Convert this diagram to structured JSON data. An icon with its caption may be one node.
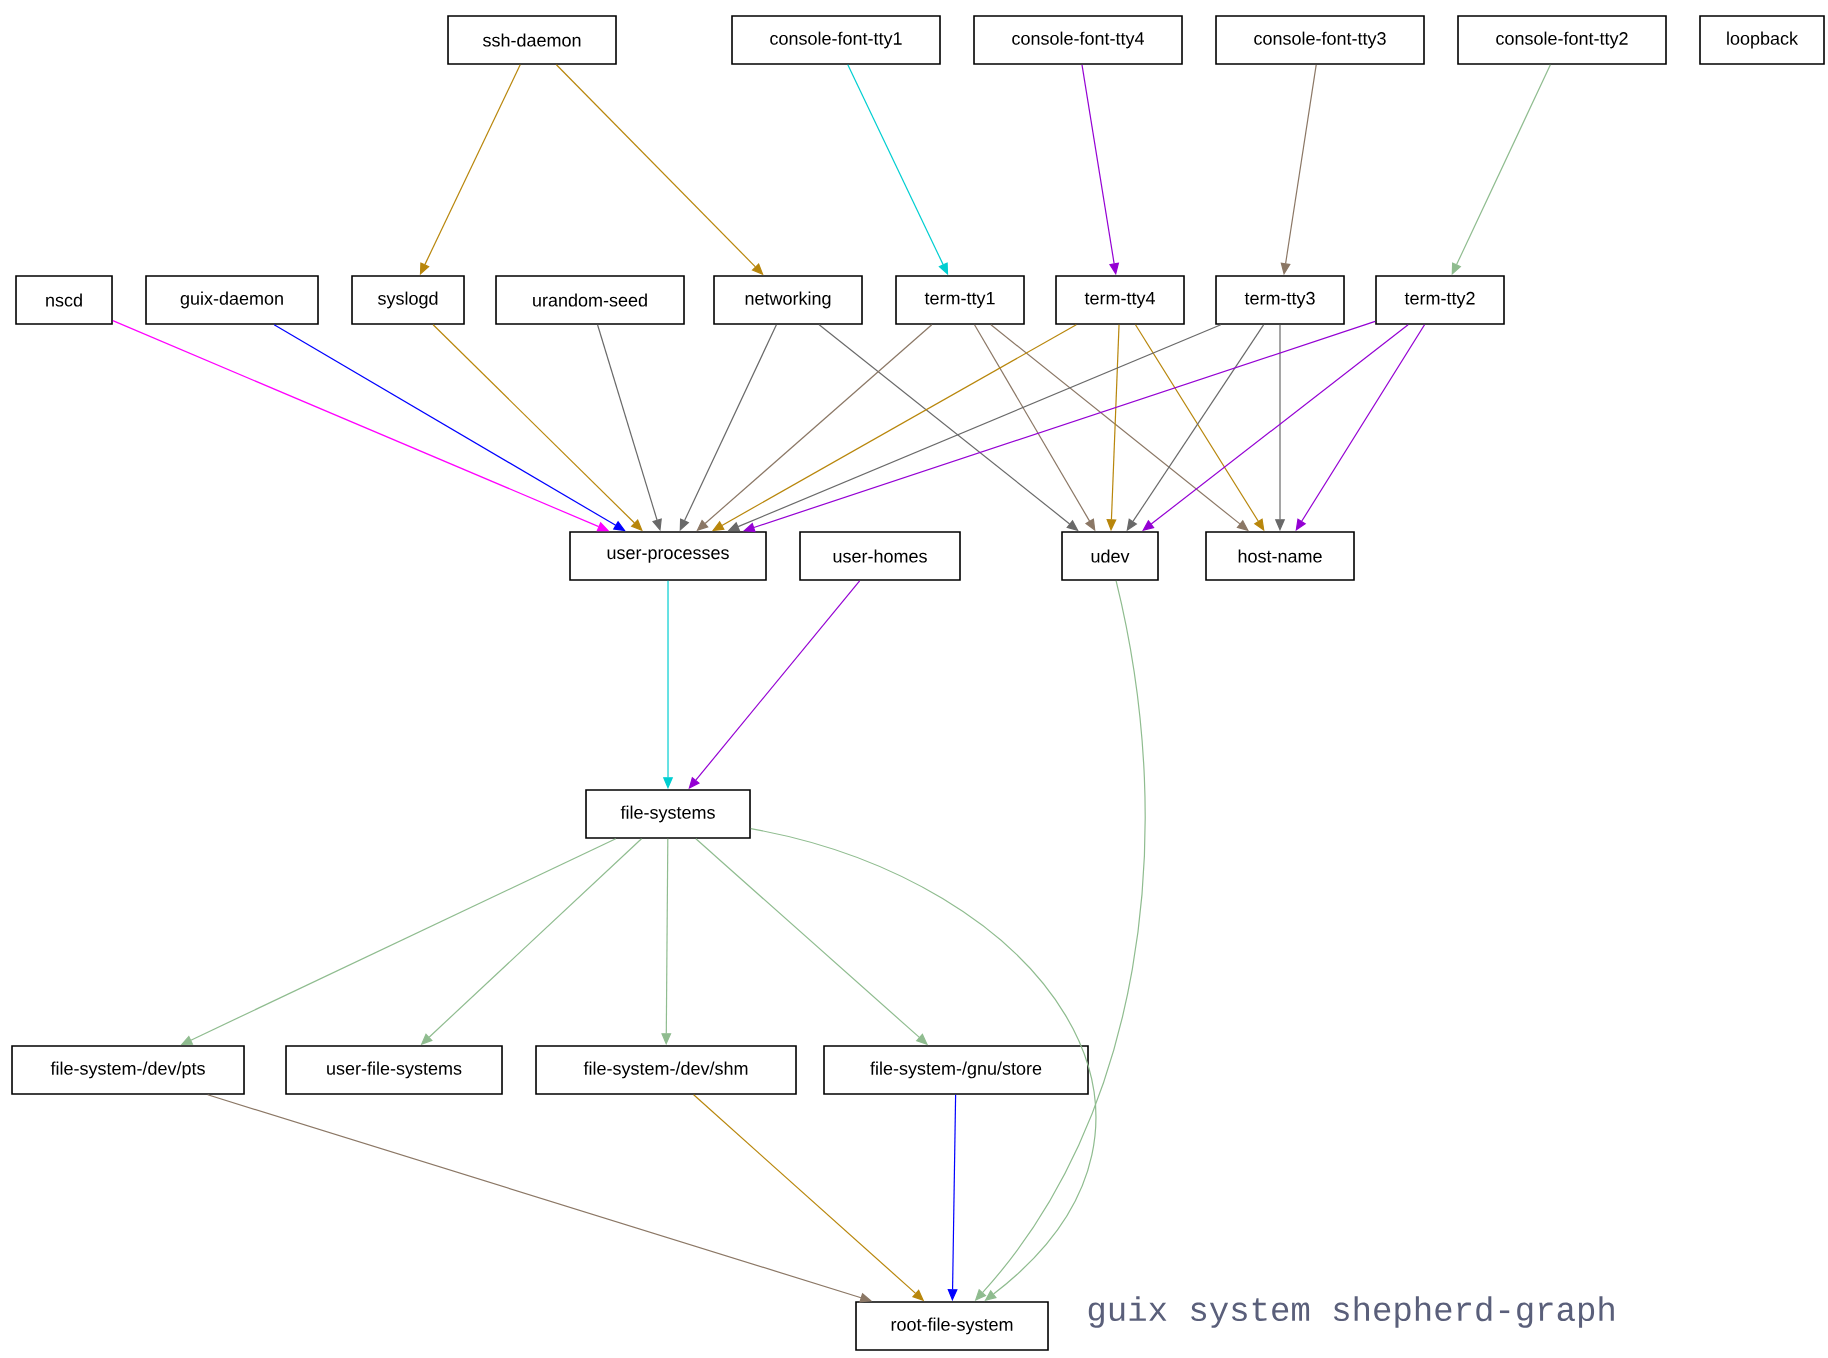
{
  "diagram": {
    "caption": "guix system shepherd-graph",
    "nodes": [
      {
        "text": [
          "ssh-daemon"
        ]
      },
      {
        "text": [
          "console-font-tty1"
        ]
      },
      {
        "text": [
          "console-font-tty4"
        ]
      },
      {
        "text": [
          "console-font-tty3"
        ]
      },
      {
        "text": [
          "console-font-tty2"
        ]
      },
      {
        "text": [
          "loopback"
        ]
      },
      {
        "text": [
          "nscd"
        ]
      },
      {
        "text": [
          "guix-daemon"
        ]
      },
      {
        "text": [
          "syslogd"
        ]
      },
      {
        "text": [
          "urandom-seed"
        ]
      },
      {
        "text": [
          "networking"
        ]
      },
      {
        "text": [
          "term-tty1"
        ]
      },
      {
        "text": [
          "term-tty4"
        ]
      },
      {
        "text": [
          "term-tty3"
        ]
      },
      {
        "text": [
          "term-tty2"
        ]
      },
      {
        "text": [
          "user-processes"
        ]
      },
      {
        "text": [
          "user-homes"
        ]
      },
      {
        "text": [
          "udev"
        ]
      },
      {
        "text": [
          "host-name"
        ]
      },
      {
        "text": [
          "file-systems"
        ]
      },
      {
        "text": [
          "file-system-/dev/pts"
        ]
      },
      {
        "text": [
          "user-file-systems"
        ]
      },
      {
        "text": [
          "file-system-/dev/shm"
        ]
      },
      {
        "text": [
          "file-system-/gnu/store"
        ]
      },
      {
        "text": [
          "root-file-system"
        ]
      }
    ],
    "edges": [
      {
        "from": 0,
        "to": 8,
        "arrow": "to",
        "color": "#b8860b"
      },
      {
        "from": 0,
        "to": 10,
        "arrow": "to",
        "color": "#b8860b"
      },
      {
        "from": 1,
        "to": 11,
        "arrow": "to",
        "color": "#00ced1"
      },
      {
        "from": 2,
        "to": 12,
        "arrow": "to",
        "color": "#9400d3"
      },
      {
        "from": 3,
        "to": 13,
        "arrow": "to",
        "color": "#8b7765"
      },
      {
        "from": 4,
        "to": 14,
        "arrow": "to",
        "color": "#8fbc8f"
      },
      {
        "from": 6,
        "to": 15,
        "arrow": "to",
        "color": "#ff00ff"
      },
      {
        "from": 7,
        "to": 15,
        "arrow": "to",
        "color": "#0000ff"
      },
      {
        "from": 8,
        "to": 15,
        "arrow": "to",
        "color": "#b8860b"
      },
      {
        "from": 9,
        "to": 15,
        "arrow": "to",
        "color": "#696969"
      },
      {
        "from": 10,
        "to": 15,
        "arrow": "to",
        "color": "#696969"
      },
      {
        "from": 10,
        "to": 17,
        "arrow": "to",
        "color": "#696969"
      },
      {
        "from": 11,
        "to": 15,
        "arrow": "to",
        "color": "#8b7765"
      },
      {
        "from": 11,
        "to": 17,
        "arrow": "to",
        "color": "#8b7765"
      },
      {
        "from": 11,
        "to": 18,
        "arrow": "to",
        "color": "#8b7765"
      },
      {
        "from": 12,
        "to": 15,
        "arrow": "to",
        "color": "#b8860b"
      },
      {
        "from": 12,
        "to": 17,
        "arrow": "to",
        "color": "#b8860b"
      },
      {
        "from": 12,
        "to": 18,
        "arrow": "to",
        "color": "#b8860b"
      },
      {
        "from": 13,
        "to": 15,
        "arrow": "to",
        "color": "#696969"
      },
      {
        "from": 13,
        "to": 17,
        "arrow": "to",
        "color": "#696969"
      },
      {
        "from": 13,
        "to": 18,
        "arrow": "to",
        "color": "#696969"
      },
      {
        "from": 14,
        "to": 15,
        "arrow": "to",
        "color": "#9400d3"
      },
      {
        "from": 14,
        "to": 17,
        "arrow": "to",
        "color": "#9400d3"
      },
      {
        "from": 14,
        "to": 18,
        "arrow": "to",
        "color": "#9400d3"
      },
      {
        "from": 15,
        "to": 19,
        "arrow": "to",
        "color": "#00ced1"
      },
      {
        "from": 16,
        "to": 19,
        "arrow": "to",
        "color": "#9400d3"
      },
      {
        "from": 17,
        "to": 24,
        "arrow": "to",
        "color": "#8fbc8f"
      },
      {
        "from": 19,
        "to": 20,
        "arrow": "to",
        "color": "#8fbc8f"
      },
      {
        "from": 19,
        "to": 21,
        "arrow": "to",
        "color": "#8fbc8f"
      },
      {
        "from": 19,
        "to": 22,
        "arrow": "to",
        "color": "#8fbc8f"
      },
      {
        "from": 19,
        "to": 23,
        "arrow": "to",
        "color": "#8fbc8f"
      },
      {
        "from": 19,
        "to": 24,
        "arrow": "to",
        "color": "#8fbc8f"
      },
      {
        "from": 20,
        "to": 24,
        "arrow": "to",
        "color": "#8b7765"
      },
      {
        "from": 22,
        "to": 24,
        "arrow": "to",
        "color": "#b8860b"
      },
      {
        "from": 23,
        "to": 24,
        "arrow": "to",
        "color": "#0000ff"
      }
    ]
  }
}
